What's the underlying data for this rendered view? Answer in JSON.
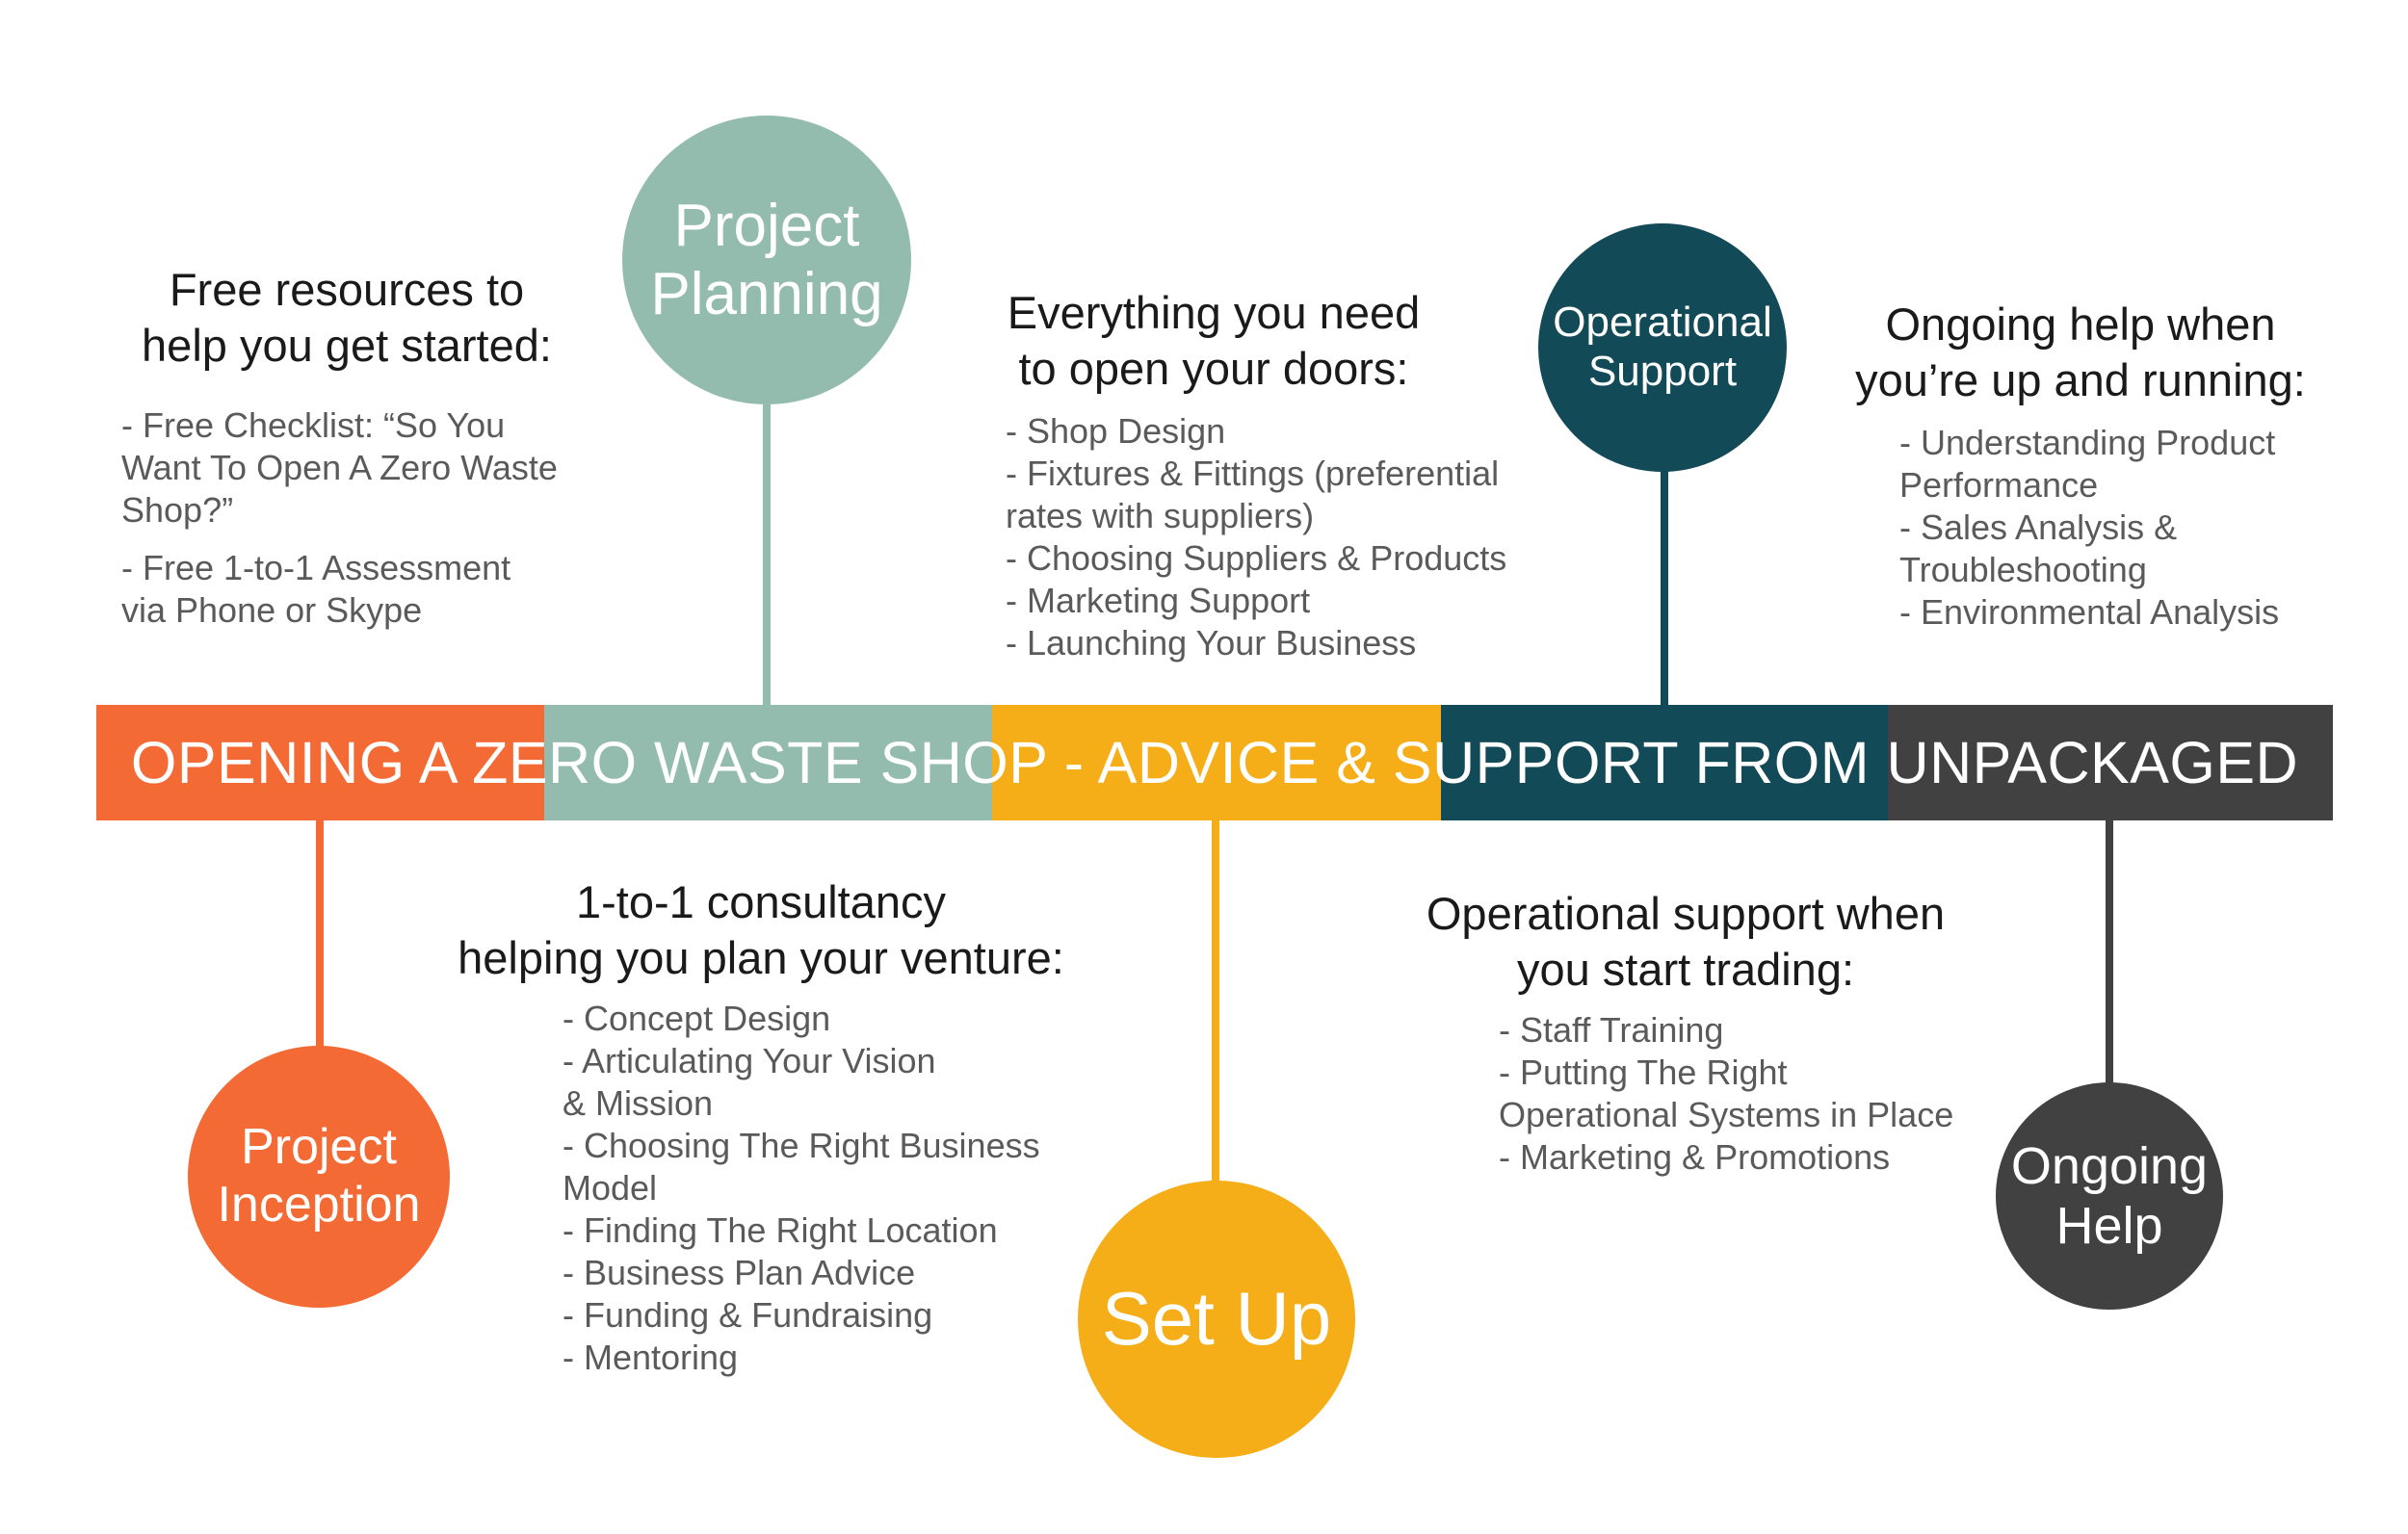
{
  "banner": {
    "title": "OPENING A ZERO WASTE SHOP - ADVICE & SUPPORT FROM UNPACKAGED"
  },
  "colors": {
    "inception": "#f46a34",
    "planning": "#93bcaf",
    "setup": "#f5ad18",
    "operational": "#134a57",
    "ongoing": "#414141"
  },
  "stages": {
    "inception": {
      "label": "Project\nInception",
      "heading": [
        "Free resources to",
        "help you get started:"
      ],
      "items": [
        "- Free Checklist: “So You\nWant To Open A Zero Waste\nShop?”",
        "- Free 1-to-1 Assessment\nvia Phone or Skype"
      ]
    },
    "planning": {
      "label": "Project\nPlanning",
      "heading": [
        "1-to-1 consultancy",
        "helping you plan your venture:"
      ],
      "items": [
        "- Concept Design",
        "- Articulating Your Vision\n  & Mission",
        "- Choosing The Right Business\n  Model",
        "- Finding The Right Location",
        "- Business Plan Advice",
        "- Funding & Fundraising",
        "- Mentoring"
      ]
    },
    "setup": {
      "label": "Set Up",
      "heading": [
        "Everything you need",
        "to open your doors:"
      ],
      "items": [
        "- Shop Design",
        "- Fixtures & Fittings (preferential\n  rates with suppliers)",
        "- Choosing Suppliers & Products",
        "- Marketing Support",
        "- Launching Your Business"
      ]
    },
    "operational": {
      "label": "Operational\nSupport",
      "heading": [
        "Operational support when",
        "you start trading:"
      ],
      "items": [
        "- Staff Training",
        "- Putting The Right\nOperational Systems in Place",
        "- Marketing & Promotions"
      ]
    },
    "ongoing": {
      "label": "Ongoing\nHelp",
      "heading": [
        "Ongoing help when",
        "you’re up and running:"
      ],
      "items": [
        "- Understanding Product\n  Performance",
        "- Sales Analysis &\n  Troubleshooting",
        "- Environmental Analysis"
      ]
    }
  }
}
